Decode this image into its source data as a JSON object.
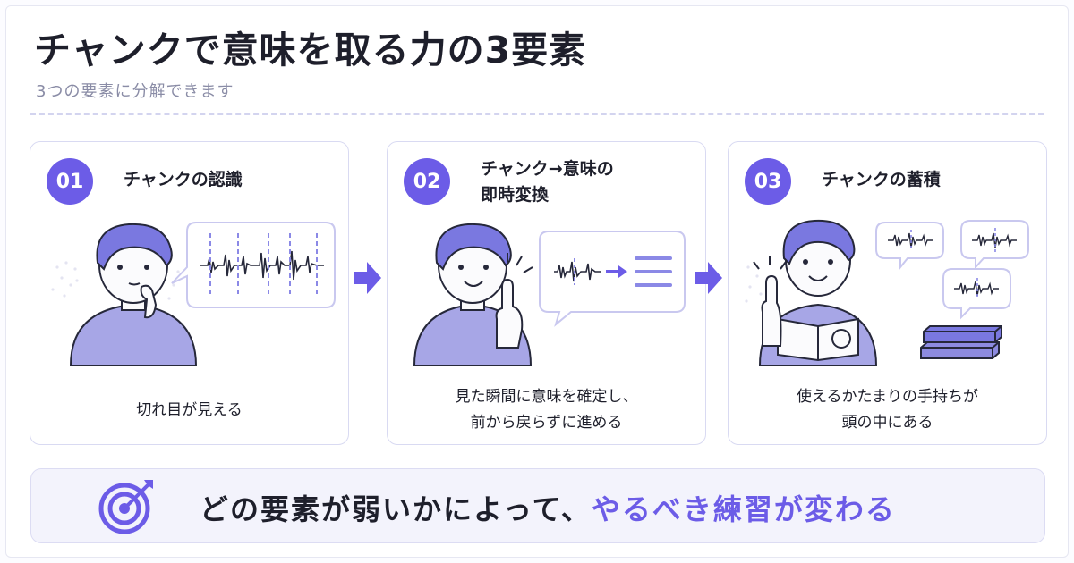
{
  "title": "チャンクで意味を取る力の3要素",
  "subtitle": "3つの要素に分解できます",
  "cards": [
    {
      "number": "01",
      "title": "チャンクの認識",
      "caption": [
        "切れ目が見える"
      ]
    },
    {
      "number": "02",
      "title": [
        "チャンク→意味の",
        "即時変換"
      ],
      "caption": [
        "見た瞬間に意味を確定し、",
        "前から戻らずに進める"
      ]
    },
    {
      "number": "03",
      "title": "チャンクの蓄積",
      "caption": [
        "使えるかたまりの手持ちが",
        "頭の中にある"
      ]
    }
  ],
  "bottom": {
    "text": "どの要素が弱いかによって、",
    "accent": "やるべき練習が変わる"
  },
  "colors": {
    "accent": "#6c5ce7",
    "card_border": "#d9daf2",
    "text": "#1e1f2b",
    "muted": "#8a8ca6"
  },
  "icons": [
    "arrow-right-icon",
    "target-icon",
    "sound-wave-icon",
    "speech-bubble-icon",
    "book-stack-icon"
  ]
}
